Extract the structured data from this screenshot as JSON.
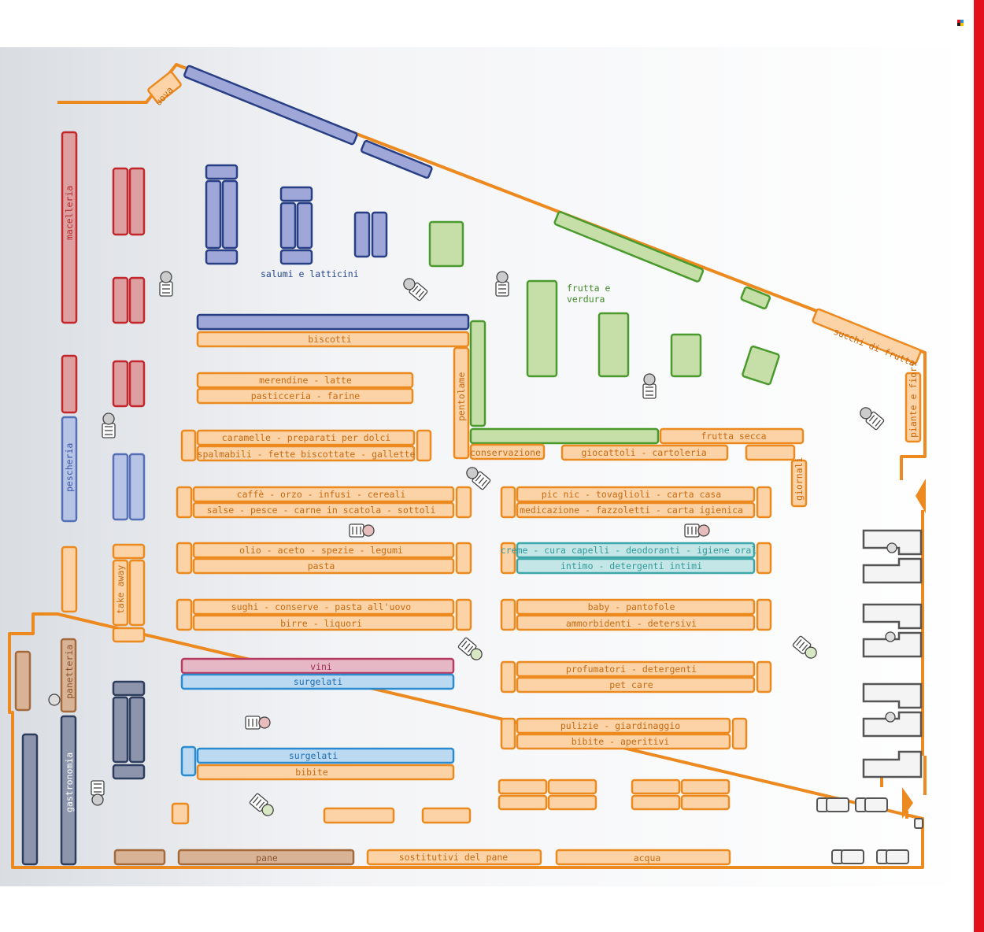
{
  "colors": {
    "orange": "#ec8a1f",
    "green": "#4a9a2e",
    "navy": "#283f86",
    "red": "#c3262c",
    "frozen_blue": "#2a8bd0",
    "wine": "#b63c62",
    "teal": "#3fa6a9",
    "brand_red_bar": "#e3101b"
  },
  "icons": [
    "shopping-cart-icon",
    "shopping-basket-icon",
    "checkout-counter-icon",
    "entrance-arrow-icon",
    "exit-arrow-icon"
  ],
  "departments": {
    "salumi_latticini": "salumi e latticini",
    "frutta_verdura_1": "frutta e",
    "frutta_verdura_2": "verdura",
    "macelleria": "macelleria",
    "pescheria": "pescheria",
    "take_away": "take away",
    "panetteria": "panetteria",
    "gastronomia": "gastronomia",
    "uova": "uova",
    "succhi": "succhi di frutta",
    "piante": "piante e fiori",
    "giornali": "giornali",
    "pentolame": "pentolame"
  },
  "aisles": {
    "biscotti": "biscotti",
    "merendine": "merendine - latte",
    "pasticceria": "pasticceria - farine",
    "caramelle": "caramelle - preparati per dolci",
    "spalmabili": "spalmabili - fette biscottate - gallette",
    "caffe": "caffè - orzo - infusi - cereali",
    "salse": "salse - pesce - carne in scatola - sottoli",
    "olio": "olio - aceto - spezie - legumi",
    "pasta": "pasta",
    "sughi": "sughi - conserve - pasta all'uovo",
    "birre": "birre - liquori",
    "vini": "vini",
    "surgelati1": "surgelati",
    "surgelati2": "surgelati",
    "bibite": "bibite",
    "pane": "pane",
    "sostitutivi": "sostitutivi del pane",
    "acqua": "acqua",
    "conservazione": "conservazione",
    "frutta_secca": "frutta secca",
    "giocattoli": "giocattoli - cartoleria",
    "picnic": "pic nic - tovaglioli - carta casa",
    "medicazione": "medicazione - fazzoletti - carta igienica",
    "creme": "creme - cura capelli - deodoranti - igiene orale",
    "intimo": "intimo - detergenti intimi",
    "baby": "baby - pantofole",
    "ammorbidenti": "ammorbidenti - detersivi",
    "profumatori": "profumatori - detergenti",
    "petcare": "pet care",
    "pulizie": "pulizie - giardinaggio",
    "bibite_aperitivi": "bibite - aperitivi"
  }
}
